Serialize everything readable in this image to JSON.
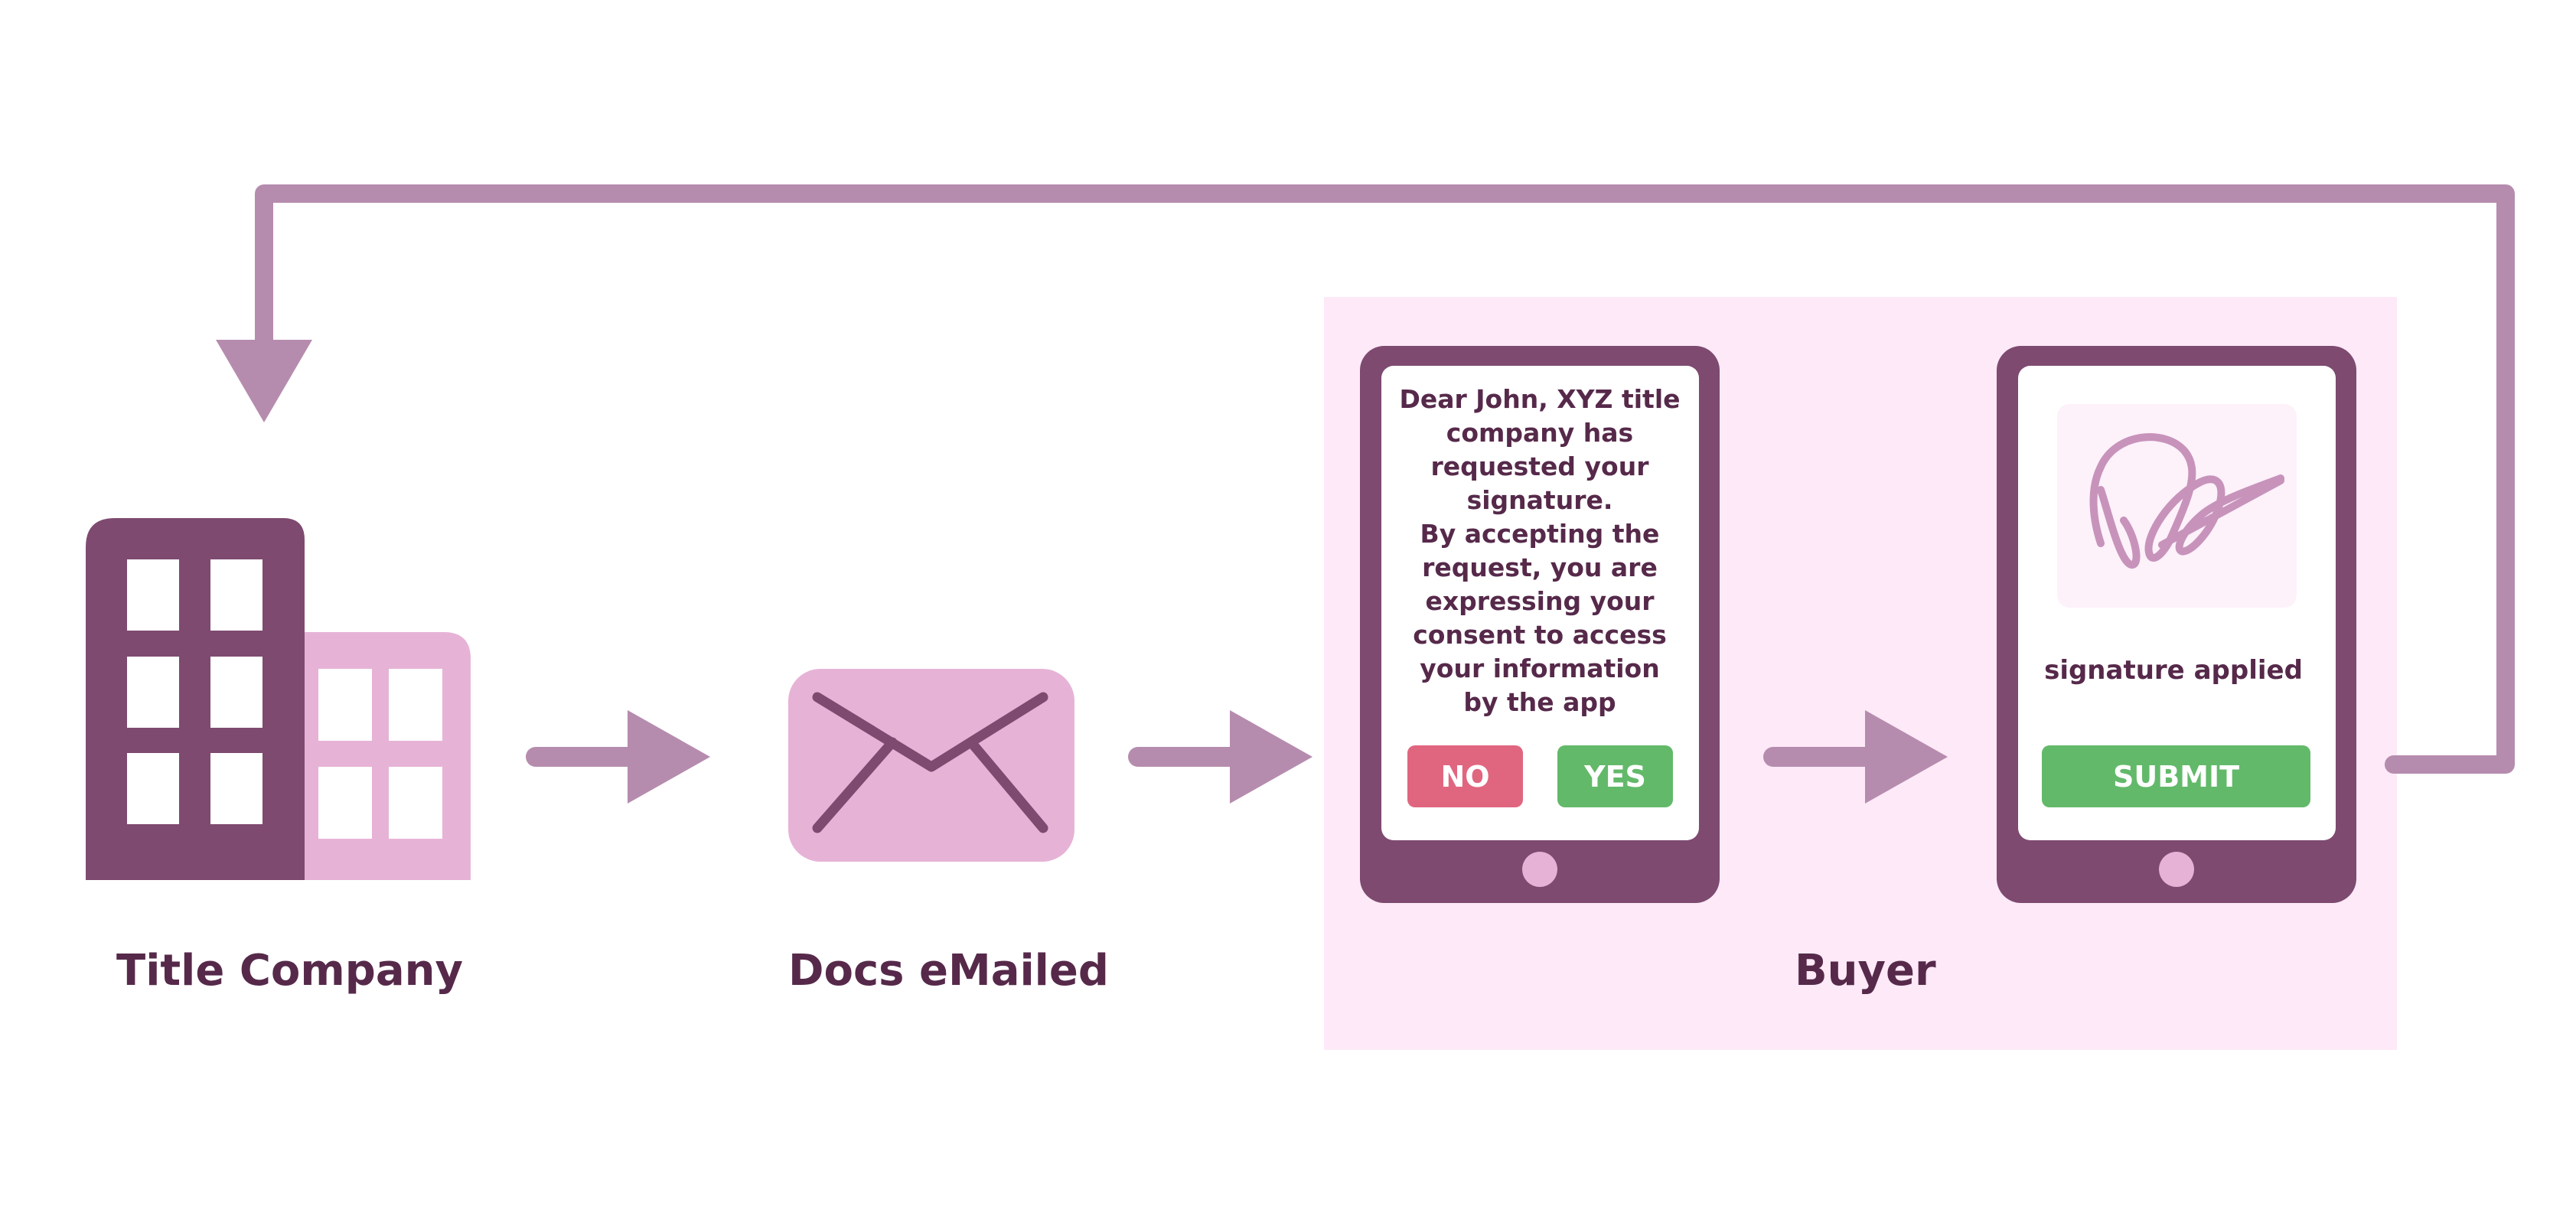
{
  "stages": {
    "title_company": "Title Company",
    "docs_emailed": "Docs eMailed",
    "buyer": "Buyer"
  },
  "request_phone": {
    "message_lines": [
      "Dear John, XYZ title",
      "company has",
      "requested your",
      "signature.",
      "By accepting the",
      "request, you are",
      "expressing your",
      "consent to access",
      "your information",
      "by the app"
    ],
    "no_label": "NO",
    "yes_label": "YES"
  },
  "signature_phone": {
    "status_text": "signature applied",
    "submit_label": "SUBMIT"
  },
  "colors": {
    "dark_purple": "#7e4a70",
    "light_pink": "#e6b3d6",
    "arrow": "#b68cae",
    "buyer_bg": "#fde9f7",
    "text": "#56294a",
    "no_button": "#e06680",
    "yes_button": "#63b96a"
  },
  "icons": [
    "building-icon",
    "envelope-icon",
    "phone-icon",
    "signature-icon",
    "arrow-icon"
  ]
}
